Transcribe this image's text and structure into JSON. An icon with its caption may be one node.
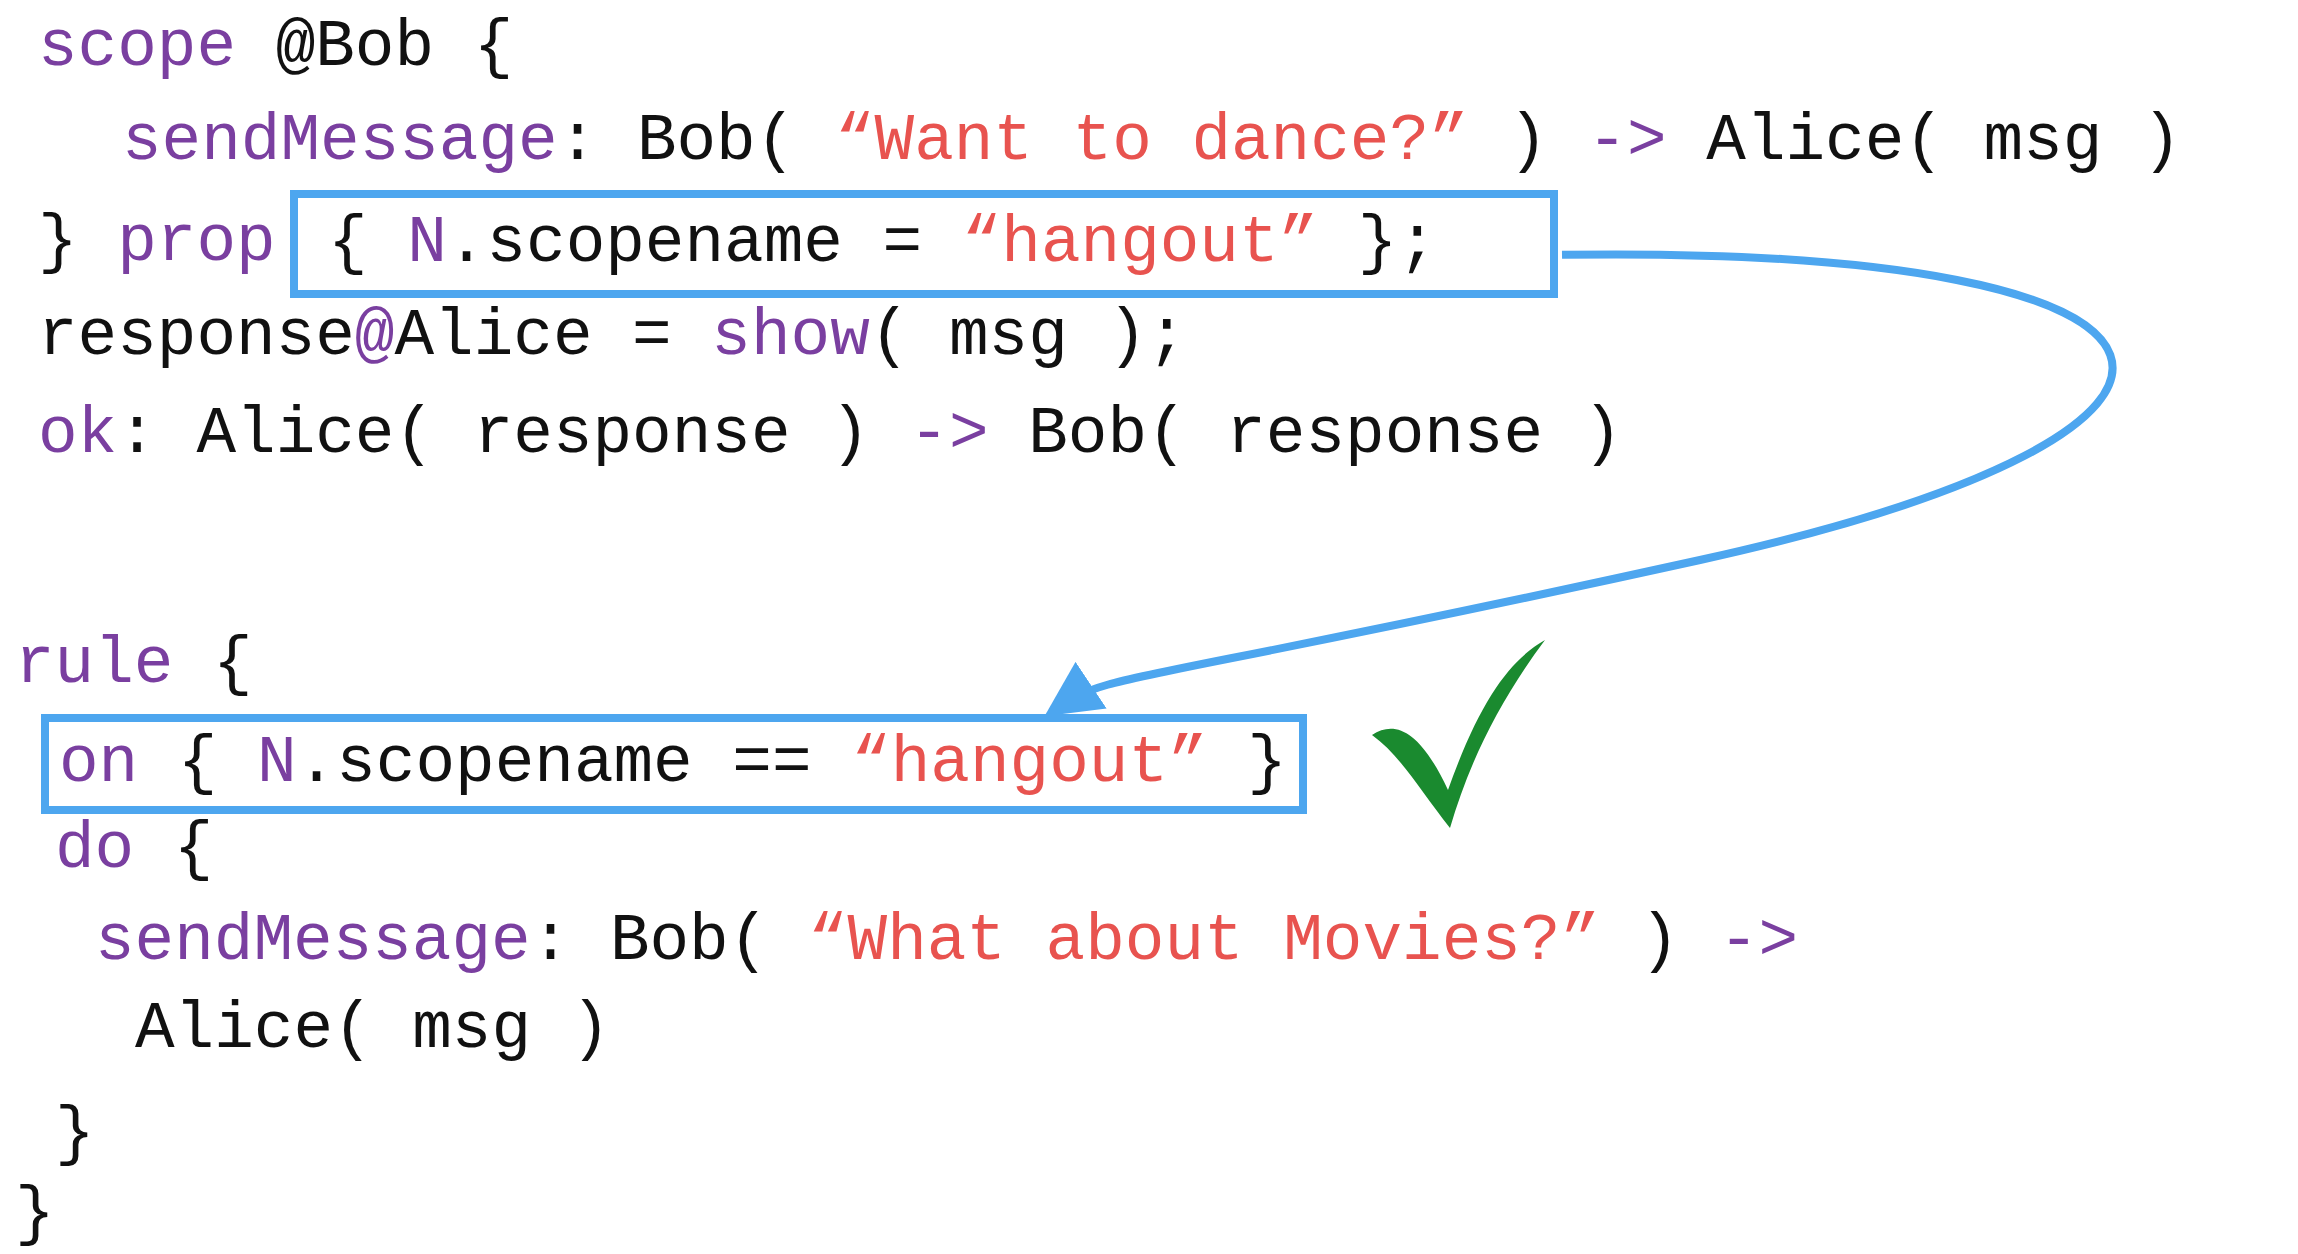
{
  "diagram": {
    "nodes": [
      {
        "text": [
          "{ N.scopename = “hangout” };"
        ]
      },
      {
        "text": [
          "on { N.scopename == “hangout” }"
        ]
      }
    ],
    "edges": [
      {
        "from": 0,
        "to": 1,
        "arrow": "to",
        "color": "#4da6ef"
      }
    ],
    "labels": [
      "scope @Bob {",
      "sendMessage: Bob( “Want to dance?” ) -> Alice( msg )",
      "} prop",
      "response@Alice = show( msg );",
      "ok: Alice( response ) -> Bob( response )",
      "rule {",
      "do {",
      "sendMessage: Bob( “What about Movies?” ) ->",
      "Alice( msg )",
      "}",
      "}"
    ]
  }
}
